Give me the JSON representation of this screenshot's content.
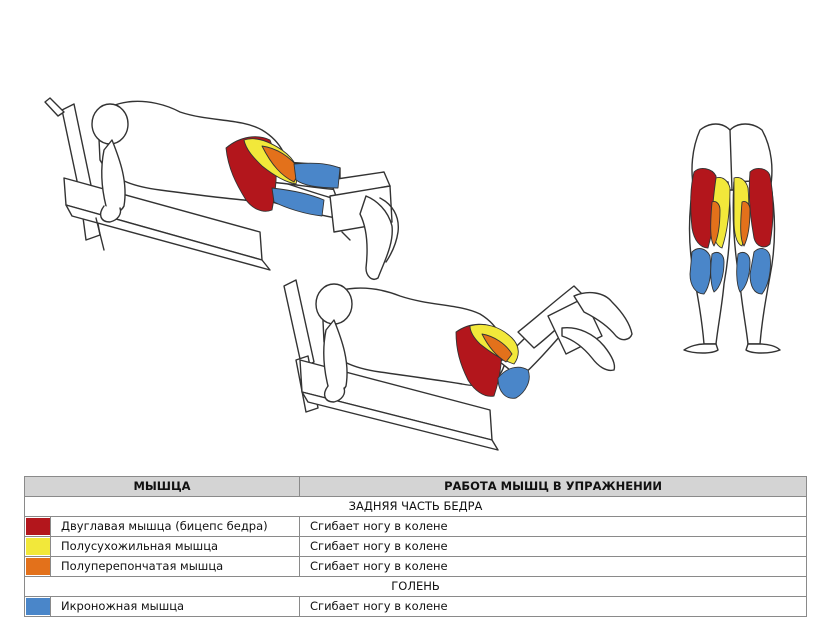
{
  "colors": {
    "biceps_femoris": "#b3161c",
    "semitendinosus": "#f2e83a",
    "semimembranosus": "#e3711b",
    "gastrocnemius": "#4a86c9",
    "header_bg": "#d4d4d4",
    "outline": "#333333"
  },
  "table": {
    "headers": {
      "muscle": "МЫШЦА",
      "action": "РАБОТА МЫШЦ В УПРАЖНЕНИИ"
    },
    "sections": [
      {
        "title": "ЗАДНЯЯ ЧАСТЬ БЕДРА",
        "rows": [
          {
            "color": "#b3161c",
            "name": "Двуглавая мышца (бицепс бедра)",
            "action": "Сгибает ногу в колене"
          },
          {
            "color": "#f2e83a",
            "name": "Полусухожильная мышца",
            "action": "Сгибает ногу в колене"
          },
          {
            "color": "#e3711b",
            "name": "Полуперепончатая мышца",
            "action": "Сгибает ногу в колене"
          }
        ]
      },
      {
        "title": "ГОЛЕНЬ",
        "rows": [
          {
            "color": "#4a86c9",
            "name": "Икроножная мышца",
            "action": "Сгибает ногу в колене"
          }
        ]
      }
    ]
  }
}
